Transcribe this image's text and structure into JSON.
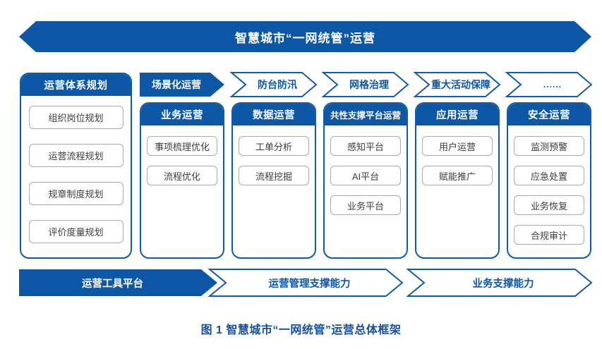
{
  "banner": {
    "title": "智慧城市“一网统管”运营"
  },
  "left_panel": {
    "header": "运营体系规划",
    "items": [
      "组织岗位规划",
      "运营流程规划",
      "规章制度规划",
      "评价度量规划"
    ]
  },
  "scenario_row": {
    "lead": "场景化运营",
    "arrows": [
      "防台防汛",
      "网格治理",
      "重大活动保障",
      "......"
    ]
  },
  "columns": [
    {
      "header": "业务运营",
      "items": [
        "事项梳理优化",
        "流程优化"
      ]
    },
    {
      "header": "数据运营",
      "items": [
        "工单分析",
        "流程挖掘"
      ]
    },
    {
      "header": "共性支撑平台运营",
      "items": [
        "感知平台",
        "AI平台",
        "业务平台"
      ]
    },
    {
      "header": "应用运营",
      "items": [
        "用户运营",
        "赋能推广"
      ]
    },
    {
      "header": "安全运营",
      "items": [
        "监测预警",
        "应急处置",
        "业务恢复",
        "合规审计"
      ]
    }
  ],
  "bottom_row": {
    "lead": "运营工具平台",
    "arrows": [
      "运营管理支撑能力",
      "业务支撑能力"
    ]
  },
  "caption": "图 1 智慧城市“一网统管”运营总体框架",
  "colors": {
    "primary": "#0c57a6",
    "outline": "#0f5bac",
    "caption_text": "#164e9e"
  }
}
